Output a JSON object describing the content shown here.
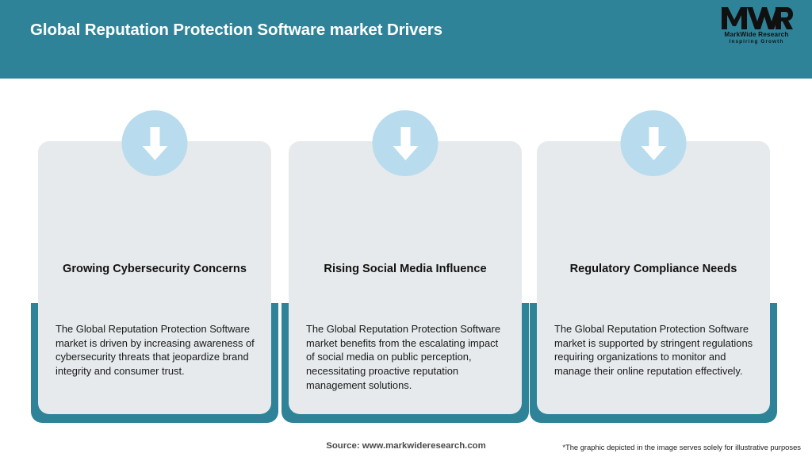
{
  "header": {
    "title": "Global Reputation Protection Software market Drivers",
    "background_color": "#2e8399",
    "title_color": "#ffffff"
  },
  "logo": {
    "mark": "MWR",
    "name": "MarkWide Research",
    "tagline": "Inspiring Growth"
  },
  "cards": [
    {
      "icon": "down-arrow-icon",
      "title": "Growing Cybersecurity Concerns",
      "body": "The Global Reputation Protection Software market is driven by increasing awareness of cybersecurity threats that jeopardize brand integrity and consumer trust."
    },
    {
      "icon": "down-arrow-icon",
      "title": "Rising Social Media Influence",
      "body": "The Global Reputation Protection Software market benefits from the escalating impact of social media on public perception, necessitating proactive reputation management solutions."
    },
    {
      "icon": "down-arrow-icon",
      "title": "Regulatory Compliance Needs",
      "body": "The Global Reputation Protection Software market is supported by stringent regulations requiring organizations to monitor and manage their online reputation effectively."
    }
  ],
  "footer": {
    "source": "Source: www.markwideresearch.com",
    "disclaimer": "*The graphic depicted in the image serves solely for illustrative purposes"
  },
  "colors": {
    "teal": "#2e8399",
    "card_background": "#e6eaec",
    "badge_blue": "#b8dced",
    "arrow_white": "#ffffff"
  }
}
